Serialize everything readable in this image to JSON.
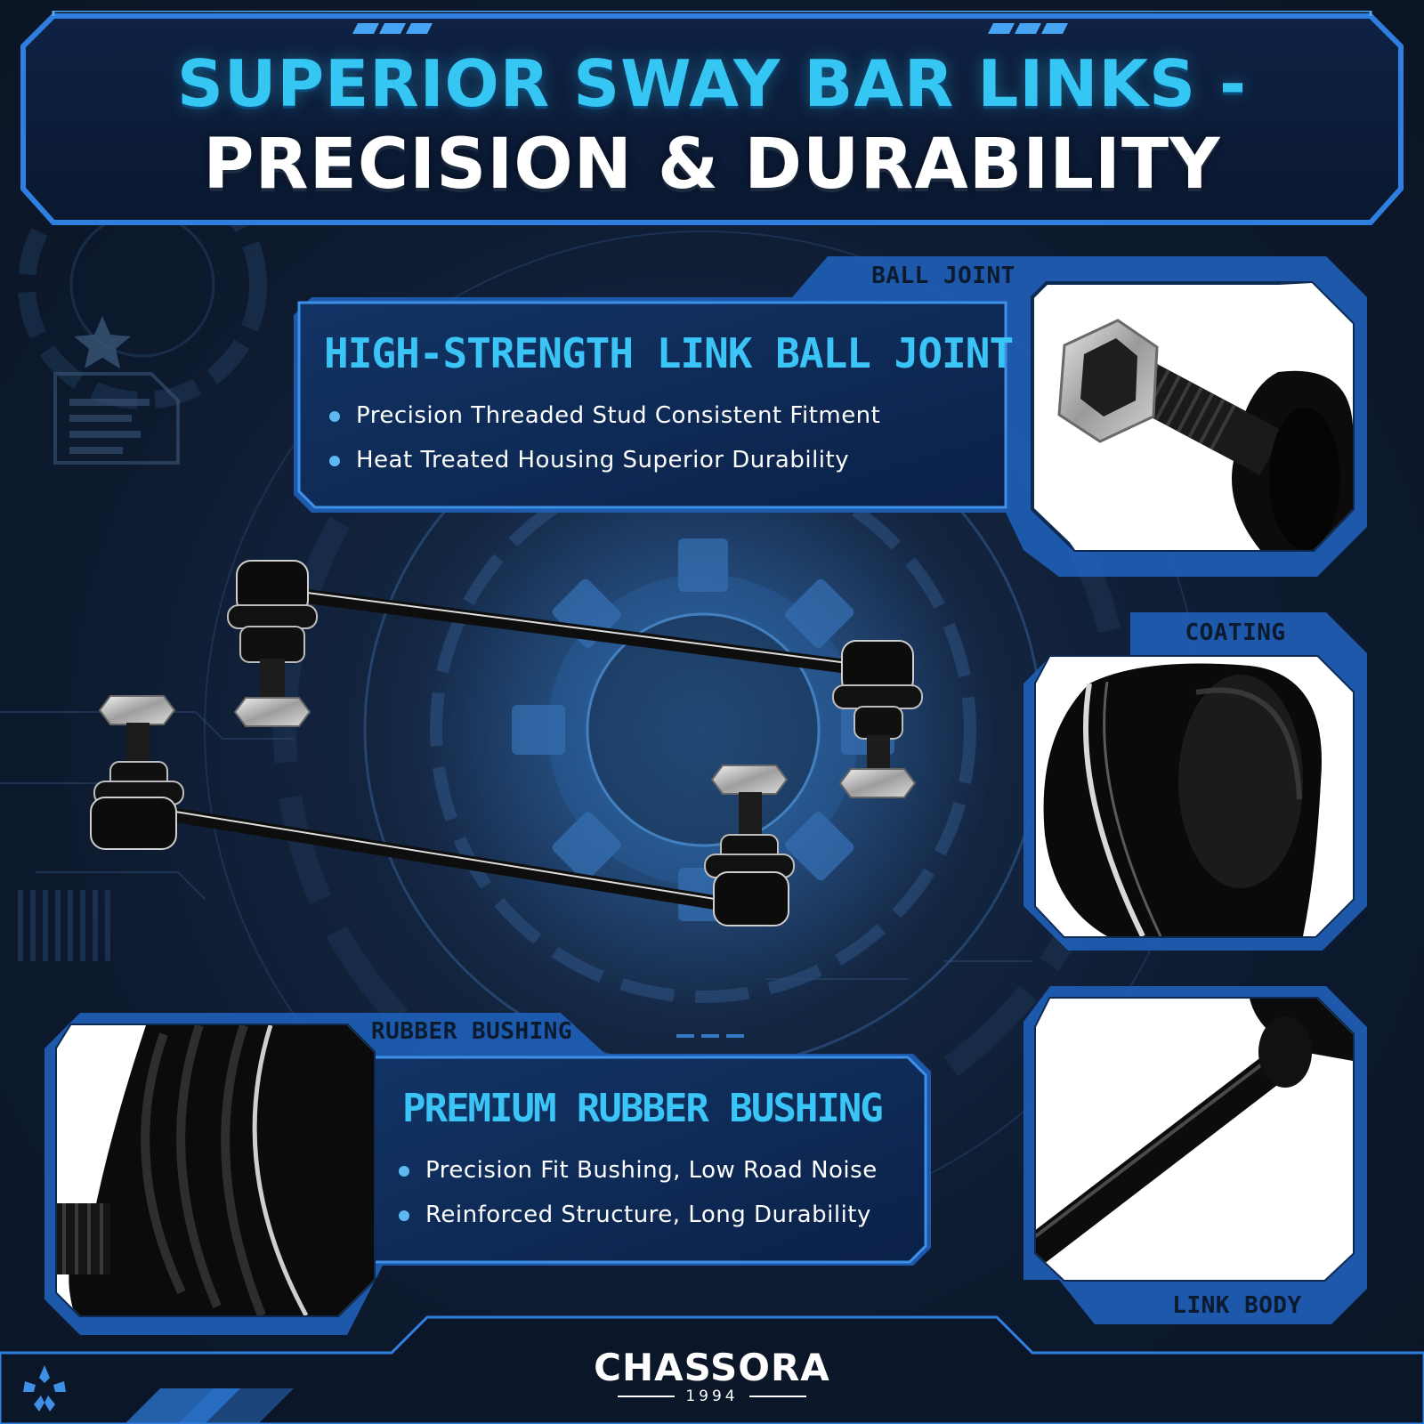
{
  "header": {
    "line1": "SUPERIOR SWAY BAR LINKS -",
    "line2": "PRECISION & DURABILITY"
  },
  "ball_joint": {
    "tab": "BALL JOINT",
    "title": "HIGH-STRENGTH LINK BALL JOINT",
    "bullets": [
      "Precision Threaded Stud Consistent Fitment",
      "Heat Treated Housing Superior Durability"
    ]
  },
  "coating": {
    "tab": "COATING"
  },
  "rubber_bushing": {
    "tab": "RUBBER BUSHING",
    "title": "PREMIUM RUBBER BUSHING",
    "bullets": [
      "Precision Fit Bushing, Low Road Noise",
      "Reinforced Structure, Long Durability"
    ]
  },
  "link_body": {
    "tab": "LINK BODY"
  },
  "brand": {
    "name": "CHASSORA",
    "year": "1994"
  },
  "colors": {
    "accent": "#35c6f4",
    "frame": "#2f7fe0",
    "background": "#0d1a2e"
  },
  "icons": [
    "star-icon",
    "gear-icon",
    "document-icon"
  ]
}
